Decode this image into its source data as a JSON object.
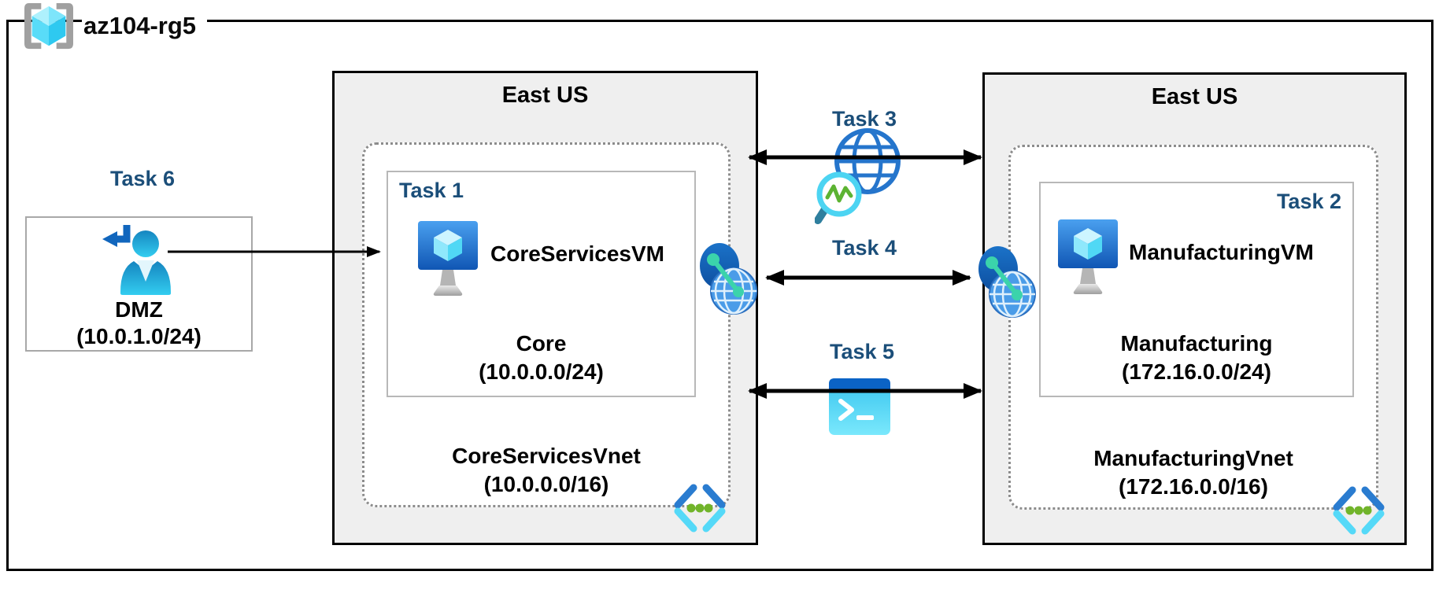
{
  "resource_group": {
    "label": "az104-rg5",
    "icon": "resource-group-icon"
  },
  "regions": {
    "core": {
      "title": "East US",
      "vnet": {
        "name": "CoreServicesVnet",
        "cidr": "(10.0.0.0/16)",
        "icon": "virtual-network-icon",
        "subnet": {
          "task_label": "Task 1",
          "vm_icon": "virtual-machine-icon",
          "vm_name": "CoreServicesVM",
          "name": "Core",
          "cidr": "(10.0.0.0/24)"
        }
      }
    },
    "manufacturing": {
      "title": "East US",
      "vnet": {
        "name": "ManufacturingVnet",
        "cidr": "(172.16.0.0/16)",
        "icon": "virtual-network-icon",
        "subnet": {
          "task_label": "Task 2",
          "vm_icon": "virtual-machine-icon",
          "vm_name": "ManufacturingVM",
          "name": "Manufacturing",
          "cidr": "(172.16.0.0/24)"
        }
      }
    }
  },
  "dmz": {
    "task_label": "Task 6",
    "name": "DMZ",
    "cidr": "(10.0.1.0/24)",
    "icon": "user-icon"
  },
  "connections": [
    {
      "label": "Task 3",
      "icon": "network-watcher-icon",
      "type": "bidirectional-arrow"
    },
    {
      "label": "Task 4",
      "icon": "vnet-peering-icon",
      "type": "bidirectional-arrow"
    },
    {
      "label": "Task 5",
      "icon": "cloud-shell-icon",
      "type": "bidirectional-arrow"
    }
  ],
  "colors": {
    "task_label": "#1b4e79",
    "region_bg": "#efefef",
    "vnet_border": "#8c8c8c",
    "arrow": "#000000",
    "azure_blue": "#0078d4",
    "cyan": "#50d8f5",
    "green_dot": "#71b42a"
  }
}
